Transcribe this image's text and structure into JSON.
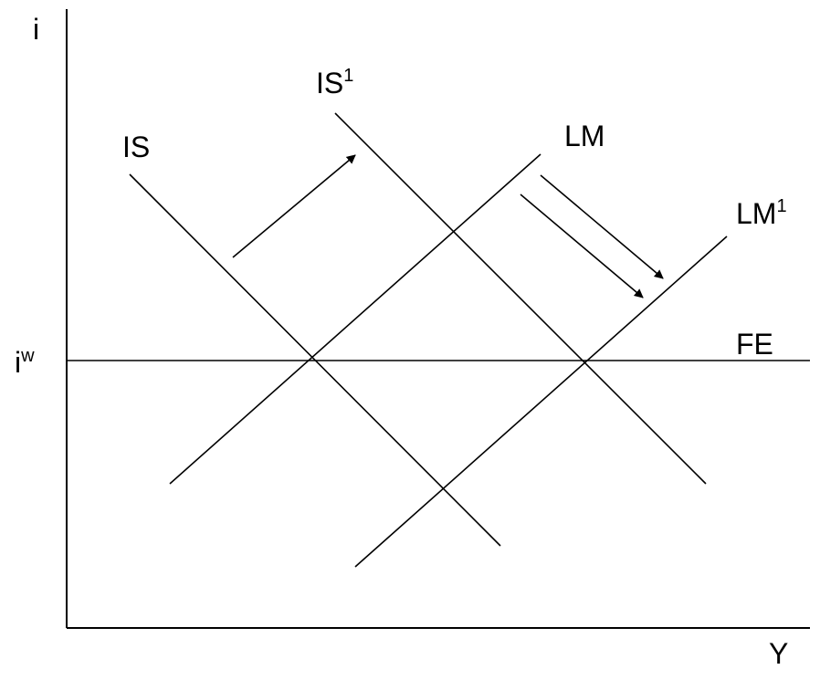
{
  "axes": {
    "y_label": "i",
    "x_label": "Y"
  },
  "levels": {
    "world_rate_base": "i",
    "world_rate_sup": "w"
  },
  "curves": {
    "is": {
      "base": "IS",
      "sup": ""
    },
    "is1": {
      "base": "IS",
      "sup": "1"
    },
    "lm": {
      "base": "LM",
      "sup": ""
    },
    "lm1": {
      "base": "LM",
      "sup": "1"
    },
    "fe": {
      "base": "FE",
      "sup": ""
    }
  },
  "colors": {
    "ink": "#000000",
    "background": "#ffffff"
  }
}
